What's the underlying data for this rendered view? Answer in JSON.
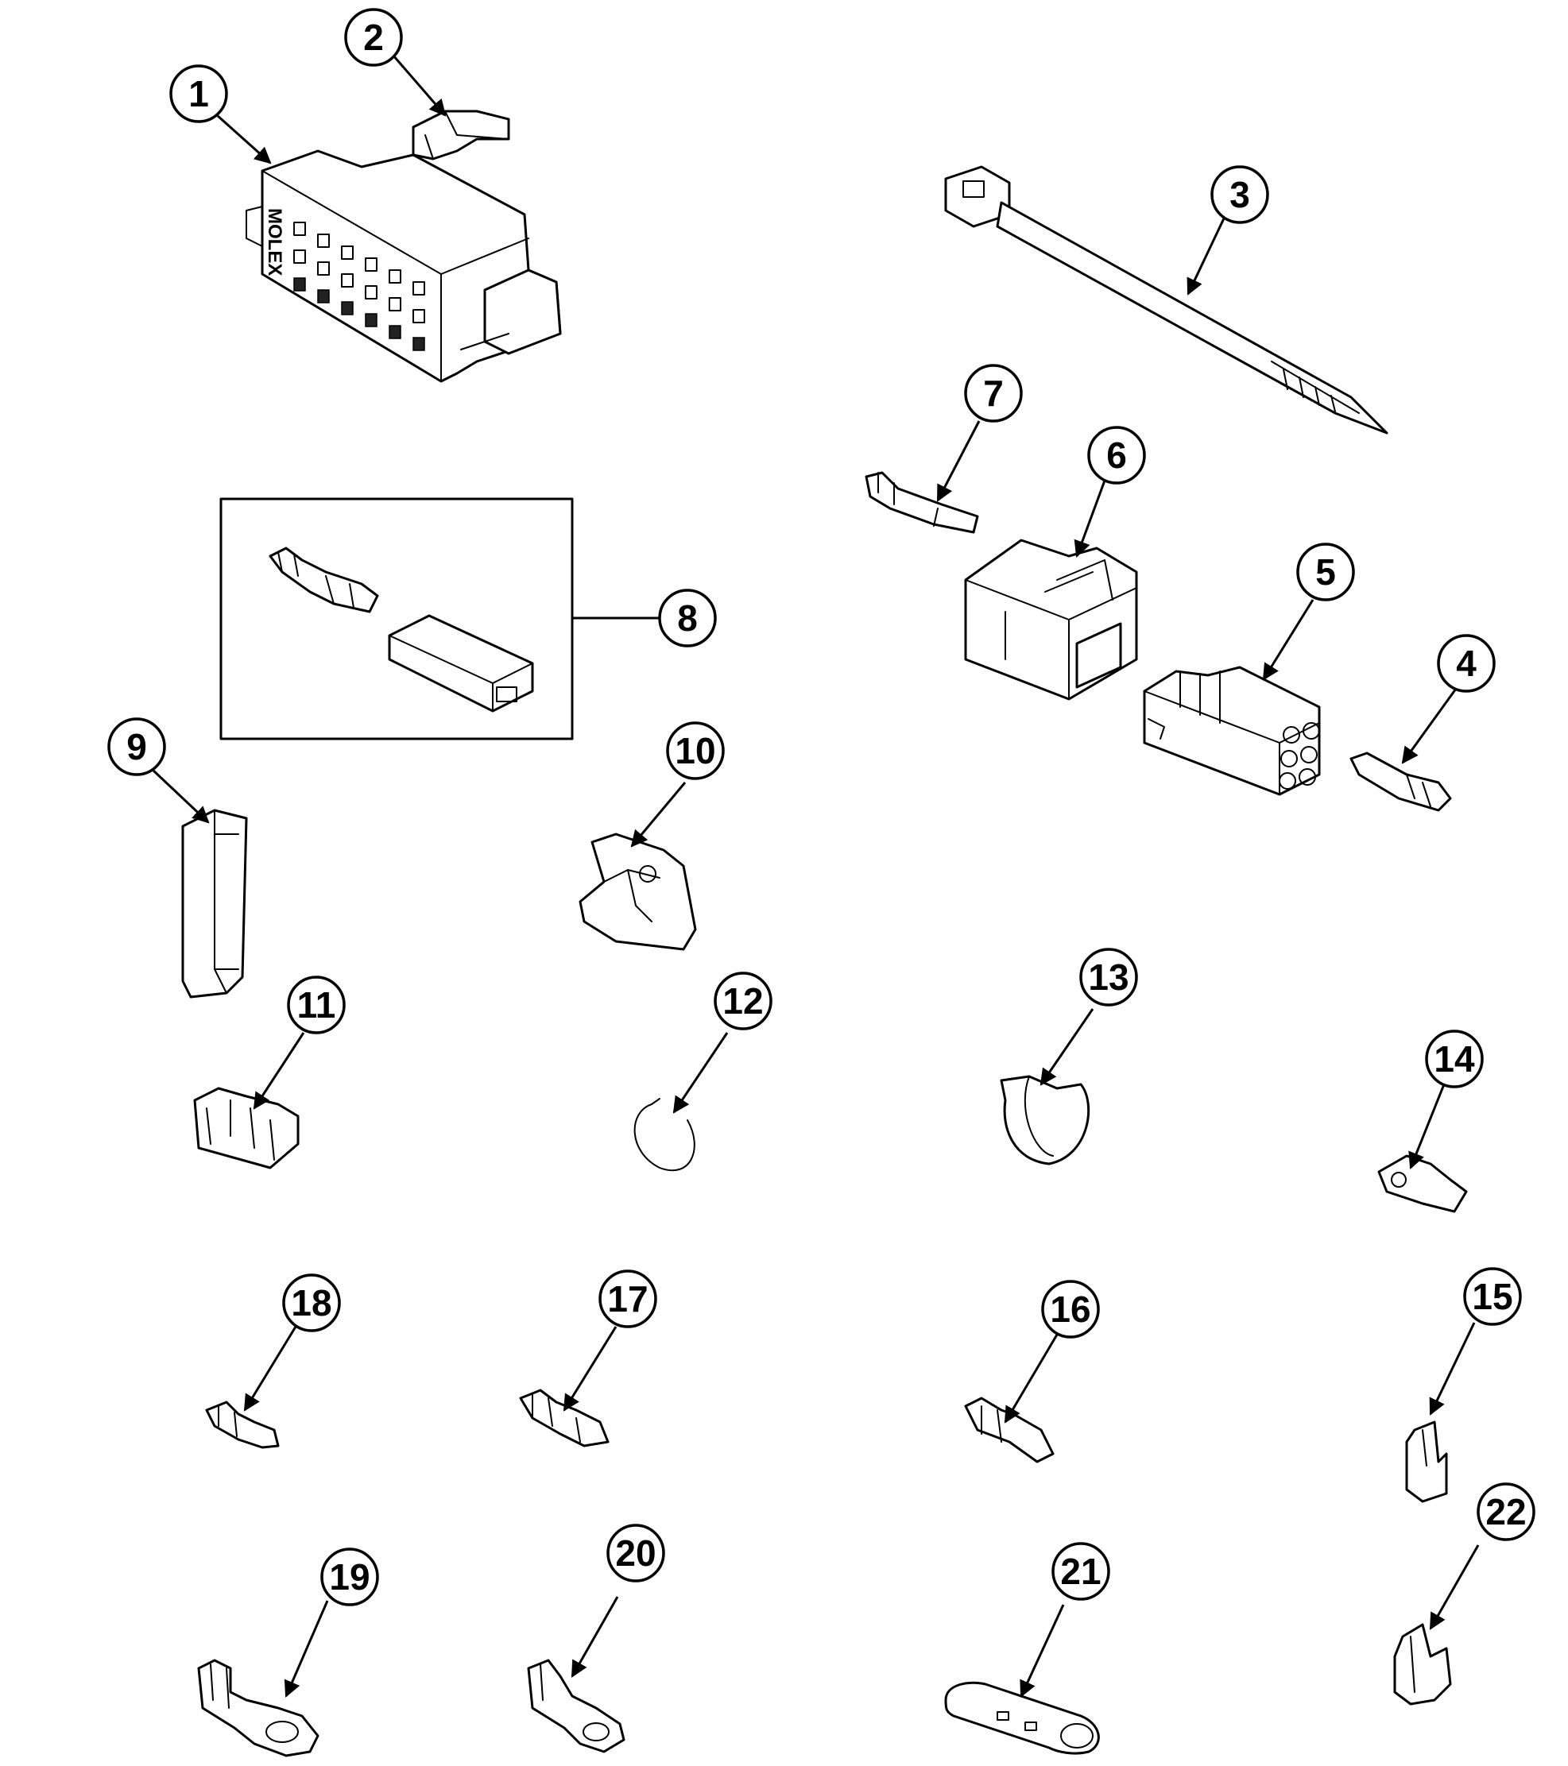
{
  "callouts": [
    "1",
    "2",
    "3",
    "4",
    "5",
    "6",
    "7",
    "8",
    "9",
    "10",
    "11",
    "12",
    "13",
    "14",
    "15",
    "16",
    "17",
    "18",
    "19",
    "20",
    "21",
    "22"
  ],
  "connector_brand": "MOLEX"
}
